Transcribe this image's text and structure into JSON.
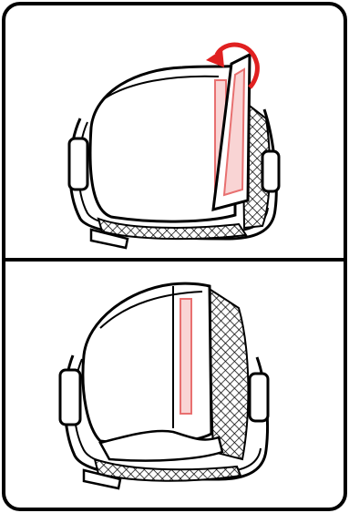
{
  "figure": {
    "panels": [
      {
        "step": 1,
        "state": "adhesive liner being peeled",
        "arrow": "curved-peel-arrow"
      },
      {
        "step": 2,
        "state": "liner removed, pad applied"
      }
    ],
    "colors": {
      "outline": "#000000",
      "paper": "#ffffff",
      "adhesive_fill": "#f9d4d4",
      "adhesive_stroke": "#e87070",
      "arrow": "#e02020",
      "mesh": "#000000"
    },
    "icons": [
      "curved-arrow-icon"
    ]
  }
}
